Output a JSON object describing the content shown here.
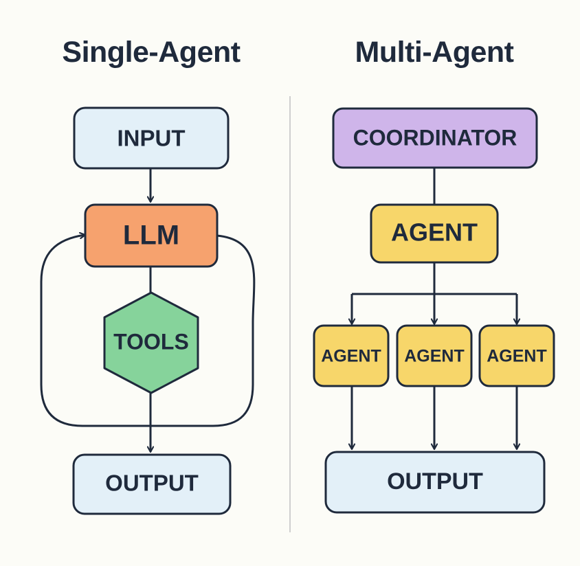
{
  "single_agent": {
    "title": "Single-Agent",
    "input": "INPUT",
    "llm": "LLM",
    "tools": "TOOLS",
    "output": "OUTPUT"
  },
  "multi_agent": {
    "title": "Multi-Agent",
    "coordinator": "COORDINATOR",
    "agent": "AGENT",
    "sub_agents": [
      "AGENT",
      "AGENT",
      "AGENT"
    ],
    "output": "OUTPUT"
  },
  "colors": {
    "input_fill": "#e3f0f8",
    "llm_fill": "#f6a26e",
    "tools_fill": "#86d39b",
    "coordinator_fill": "#cfb5ea",
    "agent_fill": "#f7d66a",
    "output_fill": "#e3f0f8",
    "stroke": "#1f2a3c"
  }
}
